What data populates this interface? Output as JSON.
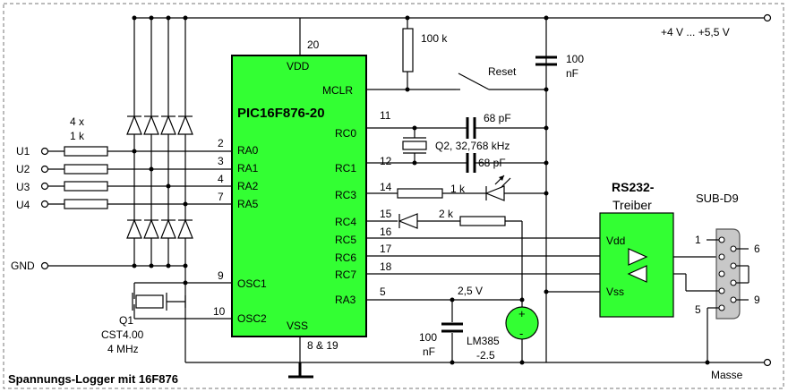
{
  "title": "Spannungs-Logger mit 16F876",
  "colors": {
    "chip_fill": "#33ff33",
    "chip_border": "#000000",
    "accent_red": "#cc0000",
    "connector_fill": "#c8c8c8",
    "wire": "#000000"
  },
  "supply_label": "+4 V ... +5,5 V",
  "ground_label": "Masse",
  "gnd_input_label": "GND",
  "inputs": [
    "U1",
    "U2",
    "U3",
    "U4"
  ],
  "input_resistors": {
    "line1": "4 x",
    "line2": "1 k"
  },
  "mcu": {
    "name": "PIC16F876-20",
    "vdd_label": "VDD",
    "vss_label": "VSS",
    "vdd_pin": "20",
    "vss_pins": "8 & 19",
    "left_pins": [
      {
        "num": "2",
        "name": "RA0"
      },
      {
        "num": "3",
        "name": "RA1"
      },
      {
        "num": "4",
        "name": "RA2"
      },
      {
        "num": "7",
        "name": "RA5"
      },
      {
        "num": "9",
        "name": "OSC1"
      },
      {
        "num": "10",
        "name": "OSC2"
      }
    ],
    "right_pins": [
      {
        "num": "",
        "name": "MCLR"
      },
      {
        "num": "11",
        "name": "RC0"
      },
      {
        "num": "12",
        "name": "RC1"
      },
      {
        "num": "14",
        "name": "RC3"
      },
      {
        "num": "15",
        "name": "RC4"
      },
      {
        "num": "16",
        "name": "RC5"
      },
      {
        "num": "17",
        "name": "RC6"
      },
      {
        "num": "18",
        "name": "RC7"
      },
      {
        "num": "5",
        "name": "RA3"
      }
    ]
  },
  "components": {
    "r_reset": "100 k",
    "reset_switch": "Reset",
    "c_supply_value": "100",
    "c_supply_unit": "nF",
    "c1": "68 pF",
    "c2": "68 pF",
    "q2": "Q2, 32,768 kHz",
    "r_led": "1 k",
    "r_ref": "2 k",
    "ref_voltage": "2,5 V",
    "c_ref_value": "100",
    "c_ref_unit": "nF",
    "ref_name": "LM385",
    "ref_value": "-2.5",
    "ref_plus": "+",
    "ref_minus": "-",
    "q1_name": "Q1",
    "q1_type": "CST4.00",
    "q1_freq": "4 MHz"
  },
  "driver": {
    "title_line1": "RS232-",
    "title_line2": "Treiber",
    "vdd": "Vdd",
    "vss": "Vss",
    "fill": "#33ff33"
  },
  "connector": {
    "name": "SUB-D9",
    "pins": [
      "1",
      "6",
      "9",
      "5"
    ]
  }
}
